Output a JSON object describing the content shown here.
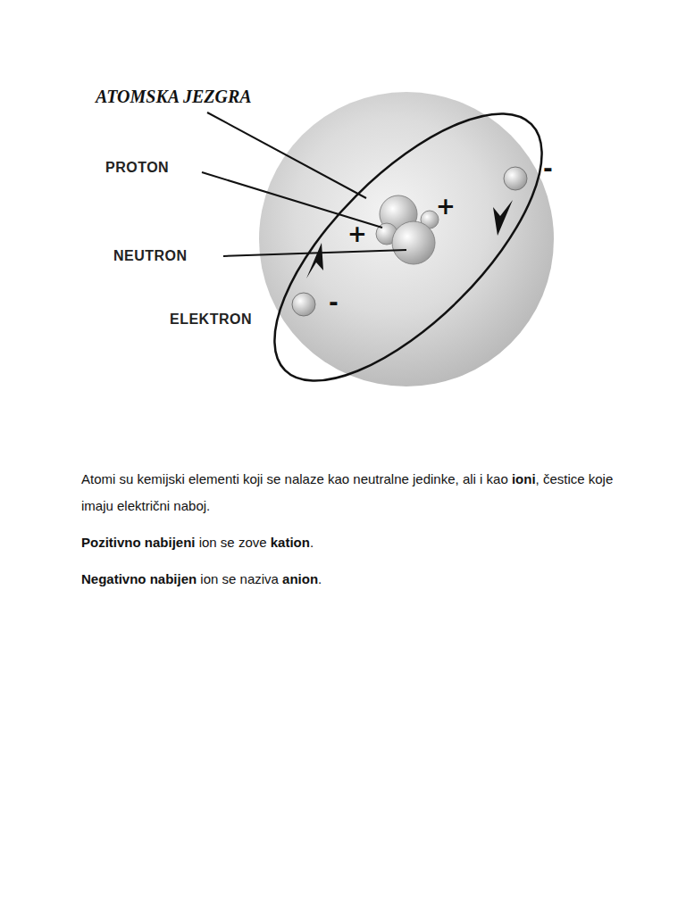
{
  "diagram": {
    "labels": [
      "ATOMSKA JEZGRA",
      "PROTON",
      "NEUTRON",
      "ELEKTRON",
      "+",
      "+",
      "-",
      "-",
      "Atomi su kemijski elementi koji se nalaze kao neutralne jedinke, ali i kao ",
      "ioni",
      ", čestice koje imaju električni naboj.",
      "Pozitivno nabijeni",
      " ion se zove ",
      "kation",
      ".",
      "Negativno nabijen",
      " ion se naziva ",
      "anion",
      "."
    ]
  }
}
